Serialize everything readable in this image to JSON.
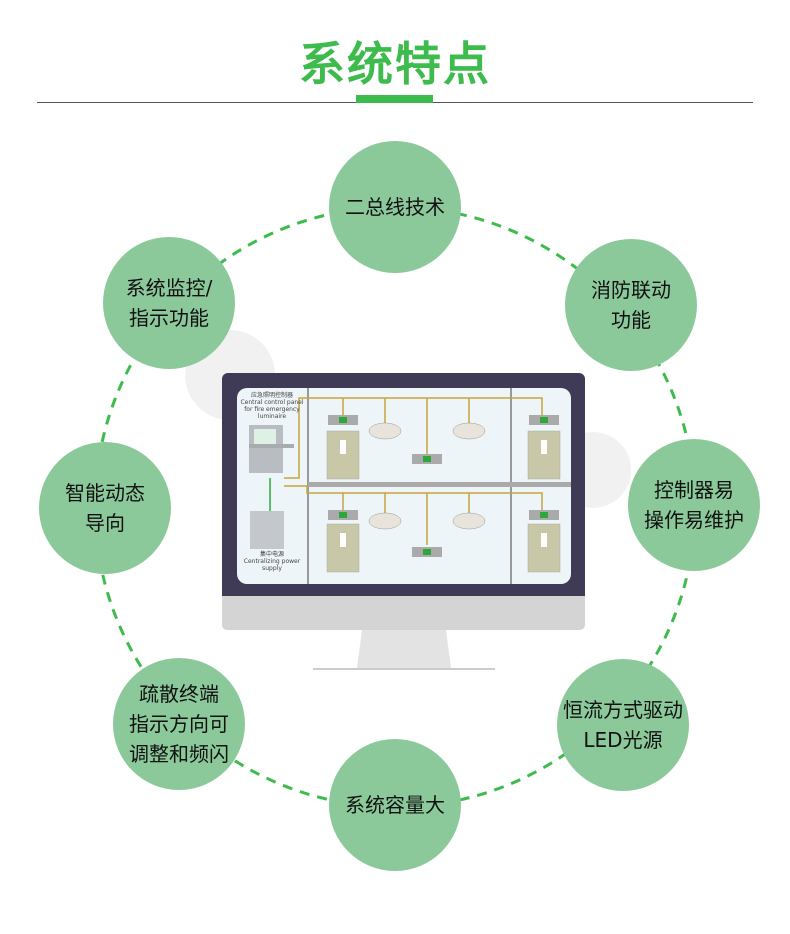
{
  "title": "系统特点",
  "features": [
    {
      "lines": [
        "二总线技术"
      ]
    },
    {
      "lines": [
        "消防联动",
        "功能"
      ]
    },
    {
      "lines": [
        "控制器易",
        "操作易维护"
      ]
    },
    {
      "lines": [
        "恒流方式驱动",
        "LED光源"
      ]
    },
    {
      "lines": [
        "系统容量大"
      ]
    },
    {
      "lines": [
        "疏散终端",
        "指示方向可",
        "调整和频闪"
      ]
    },
    {
      "lines": [
        "智能动态",
        "导向"
      ]
    },
    {
      "lines": [
        "系统监控/",
        "指示功能"
      ]
    }
  ],
  "diagram": {
    "controller_cn": "应急照明控制器",
    "controller_en": "Central control panel for fire emergency luminaire",
    "power_cn": "集中电源",
    "power_en": "Centralizing power supply"
  },
  "colors": {
    "accent": "#3dbb4c",
    "circle": "#8cc99a",
    "bezel": "#3f3a56"
  }
}
